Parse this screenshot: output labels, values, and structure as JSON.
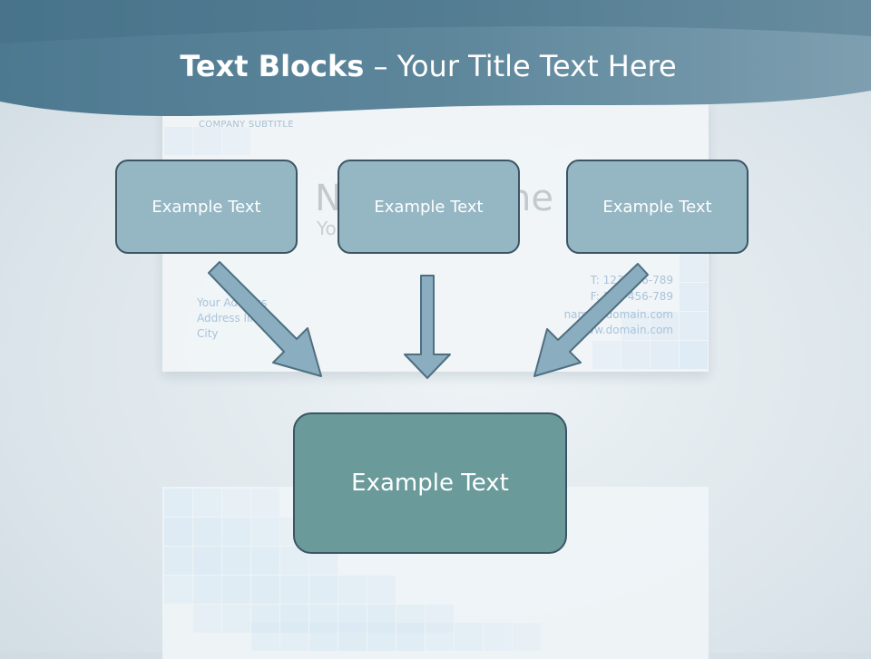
{
  "header": {
    "title_bold": "Text Blocks",
    "title_rest": " – Your Title Text Here"
  },
  "background_card": {
    "company_subtitle": "COMPANY SUBTITLE",
    "name_left": "N",
    "name_right": "ne",
    "subtitle_fragment": "Yo",
    "address_lines": [
      "Your Address",
      "Address line",
      "City"
    ],
    "contact_lines": [
      "T: 123-456-789",
      "F: 123-456-789",
      "name@domain.com",
      "www.domain.com"
    ]
  },
  "diagram": {
    "top_boxes": [
      {
        "label": "Example Text"
      },
      {
        "label": "Example Text"
      },
      {
        "label": "Example Text"
      }
    ],
    "main_box": {
      "label": "Example Text"
    }
  },
  "colors": {
    "header": "#4f7a90",
    "top_box_fill": "#95b6c3",
    "main_box_fill": "#6a9a9a",
    "box_border": "#3c5564",
    "arrow_fill": "#8aaec0",
    "arrow_stroke": "#4f6f80"
  }
}
